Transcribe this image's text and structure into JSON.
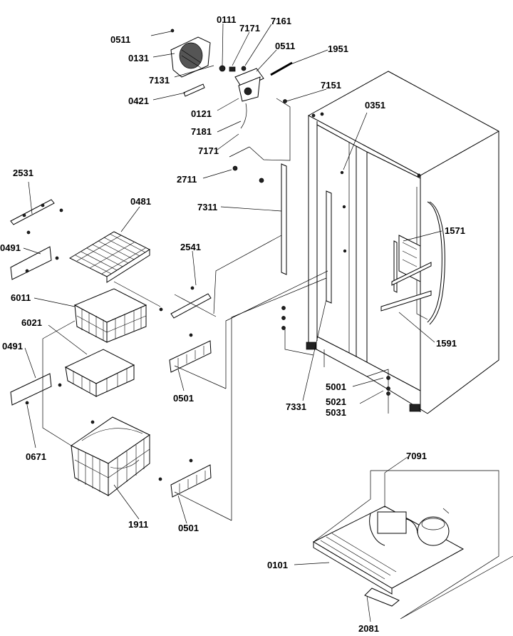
{
  "diagram": {
    "labels": {
      "l0111": "0111",
      "l7171a": "7171",
      "l7161": "7161",
      "l0511a": "0511",
      "l0511b": "0511",
      "l1951": "1951",
      "l0131": "0131",
      "l7131": "7131",
      "l7151": "7151",
      "l0421": "0421",
      "l0121": "0121",
      "l0351": "0351",
      "l7181": "7181",
      "l7171b": "7171",
      "l2711": "2711",
      "l2531": "2531",
      "l7311": "7311",
      "l0481": "0481",
      "l1571": "1571",
      "l0491a": "0491",
      "l2541": "2541",
      "l6011": "6011",
      "l6021": "6021",
      "l1591": "1591",
      "l0491b": "0491",
      "l5001": "5001",
      "l0501a": "0501",
      "l7331": "7331",
      "l5021": "5021",
      "l5031": "5031",
      "l0671": "0671",
      "l7091": "7091",
      "l1911": "1911",
      "l0501b": "0501",
      "l0101": "0101",
      "l2081": "2081"
    }
  }
}
